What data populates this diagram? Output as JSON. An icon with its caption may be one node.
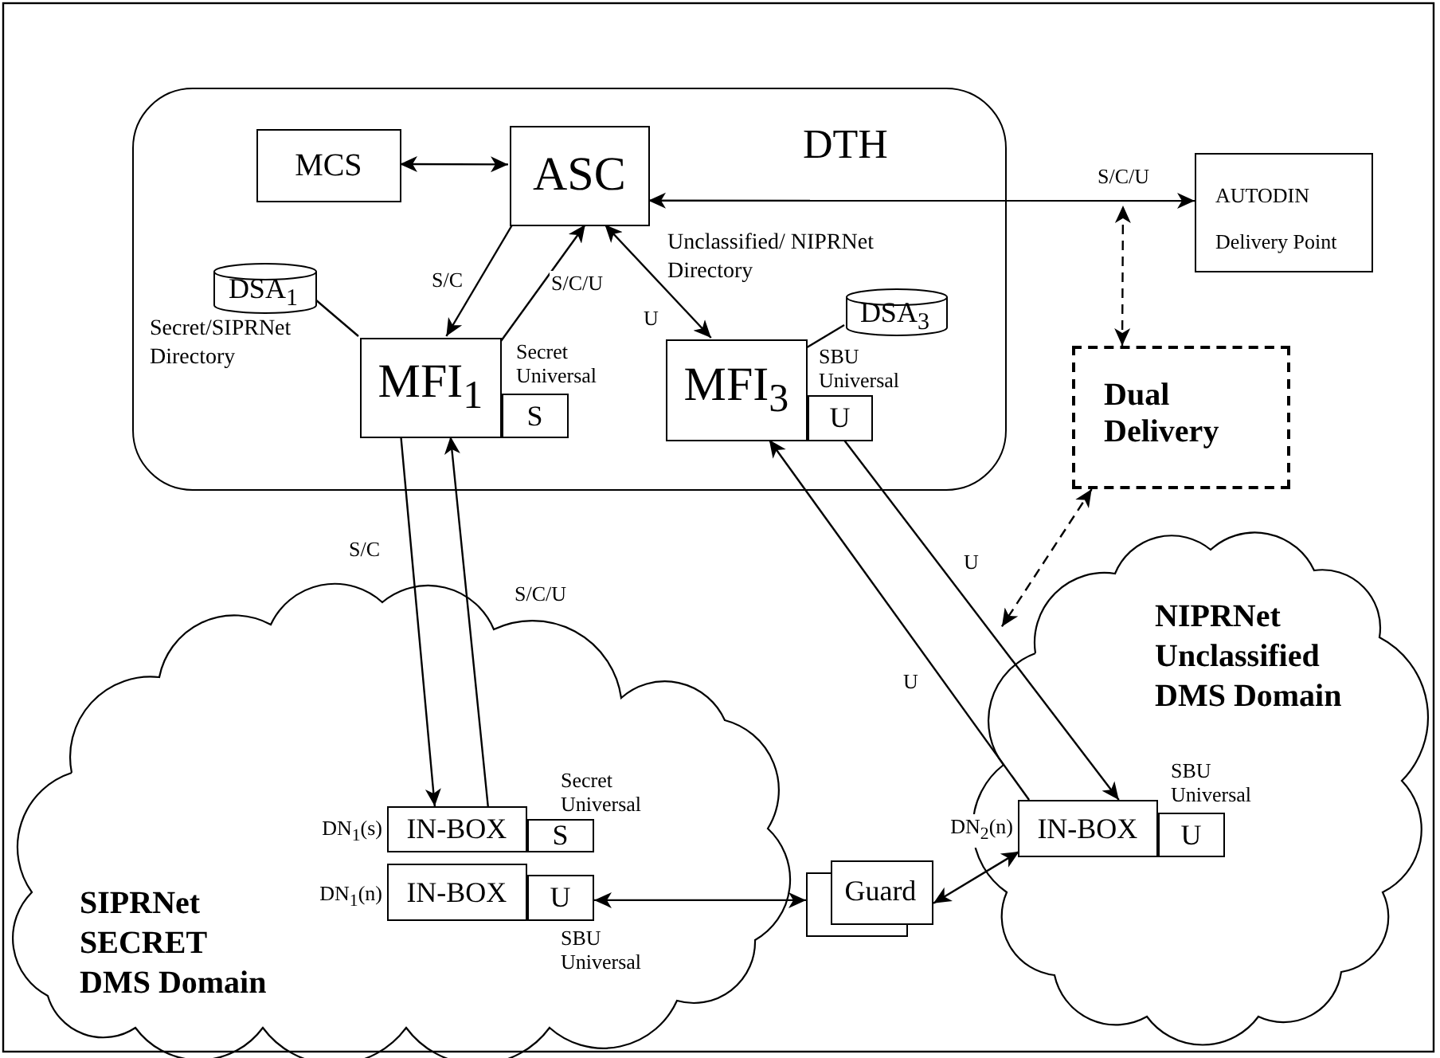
{
  "diagram": {
    "nodes": [
      {
        "text": [
          "DTH"
        ]
      },
      {
        "text": [
          "MCS"
        ],
        "in": 0
      },
      {
        "text": [
          "ASC"
        ],
        "in": 0
      },
      {
        "text": [
          "AUTODIN Delivery Point"
        ]
      },
      {
        "text": [
          "DSA$_{1}$"
        ],
        "in": 0,
        "beside": [
          "Secret/SIPRNet Directory"
        ]
      },
      {
        "text": [
          "MFI$_{1}$"
        ],
        "in": 0
      },
      {
        "text": [
          "S"
        ],
        "in": 0,
        "beside": [
          "Secret Universal"
        ]
      },
      {
        "text": [
          "DSA$_{3}$"
        ],
        "in": 0,
        "beside": [
          "Unclassified/ NIPRNet Directory"
        ]
      },
      {
        "text": [
          "MFI$_{3}$"
        ],
        "in": 0
      },
      {
        "text": [
          "U"
        ],
        "in": 0,
        "beside": [
          "SBU Universal"
        ]
      },
      {
        "text": [
          "Dual Delivery"
        ]
      },
      {
        "text": [
          "SIPRNet SECRET DMS Domain"
        ]
      },
      {
        "text": [
          "NIPRNet Unclassified DMS Domain"
        ]
      },
      {
        "text": [
          "IN-BOX"
        ],
        "in": 11,
        "beside": [
          "DN$_{1}$(s)"
        ]
      },
      {
        "text": [
          "S"
        ],
        "in": 11,
        "beside": [
          "Secret Universal"
        ]
      },
      {
        "text": [
          "IN-BOX"
        ],
        "in": 11,
        "beside": [
          "DN$_{1}$(n)"
        ]
      },
      {
        "text": [
          "U"
        ],
        "in": 11,
        "beside": [
          "SBU Universal"
        ]
      },
      {
        "text": [
          "Guard"
        ]
      },
      {
        "text": [
          "IN-BOX"
        ],
        "in": 12,
        "beside": [
          "DN$_{2}$(n)"
        ]
      },
      {
        "text": [
          "U"
        ],
        "in": 12,
        "beside": [
          "SBU Universal"
        ]
      }
    ],
    "edges": [
      {
        "from": 1,
        "to": 2,
        "arrow": "both"
      },
      {
        "from": 2,
        "to": 3,
        "arrow": "both",
        "label": "S/C/U"
      },
      {
        "from": 2,
        "to": 5,
        "arrow": "to",
        "label": "S/C"
      },
      {
        "from": 5,
        "to": 2,
        "arrow": "to",
        "label": "S/C/U"
      },
      {
        "from": 2,
        "to": 8,
        "arrow": "both",
        "label": "U"
      },
      {
        "from": 4,
        "to": 5,
        "arrow": "none"
      },
      {
        "from": 7,
        "to": 8,
        "arrow": "none"
      },
      {
        "from": 10,
        "to": null,
        "arrow": "both",
        "style": "dashed"
      },
      {
        "from": 10,
        "to": 12,
        "arrow": "both",
        "style": "dashed"
      },
      {
        "from": 5,
        "to": 13,
        "arrow": "to",
        "label": "S/C"
      },
      {
        "from": 13,
        "to": 5,
        "arrow": "to",
        "label": "S/C/U"
      },
      {
        "from": 18,
        "to": 8,
        "arrow": "to",
        "label": "U"
      },
      {
        "from": 9,
        "to": 18,
        "arrow": "to",
        "label": "U"
      },
      {
        "from": 16,
        "to": 17,
        "arrow": "both"
      },
      {
        "from": 17,
        "to": 18,
        "arrow": "both"
      }
    ]
  }
}
